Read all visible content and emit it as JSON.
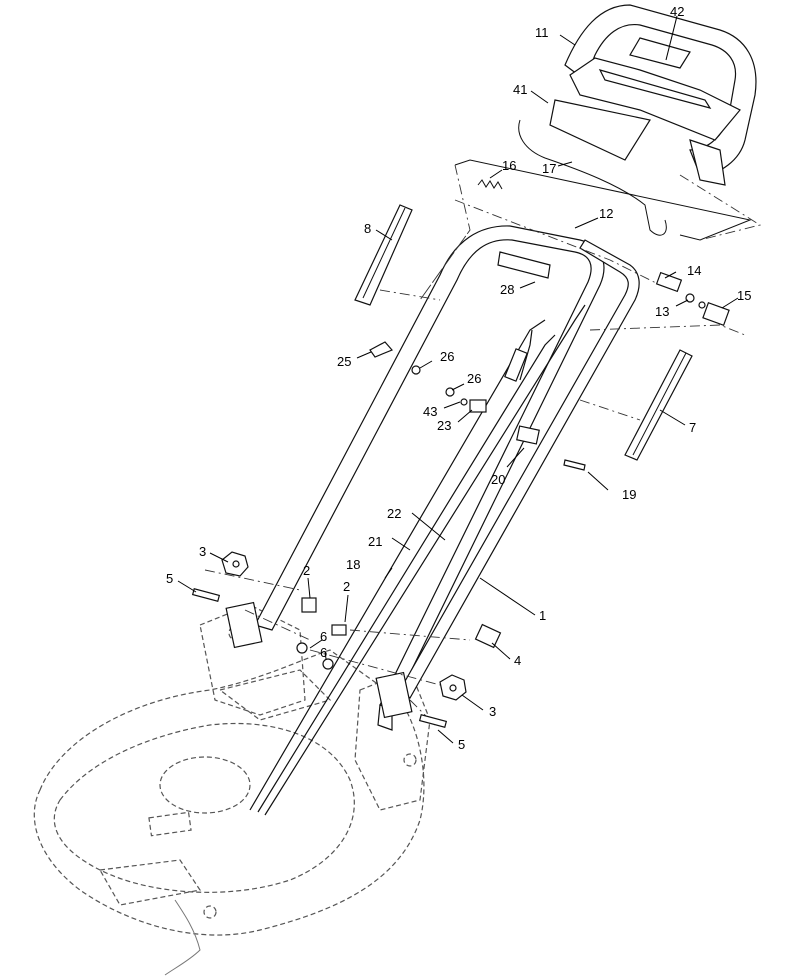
{
  "callouts": {
    "c1": "1",
    "c2a": "2",
    "c2b": "2",
    "c3a": "3",
    "c3b": "3",
    "c4": "4",
    "c5a": "5",
    "c5b": "5",
    "c6a": "6",
    "c6b": "6",
    "c7": "7",
    "c8": "8",
    "c11": "11",
    "c12": "12",
    "c13": "13",
    "c14": "14",
    "c15": "15",
    "c16": "16",
    "c17": "17",
    "c18": "18",
    "c19": "19",
    "c20": "20",
    "c21": "21",
    "c22": "22",
    "c23": "23",
    "c25": "25",
    "c26a": "26",
    "c26b": "26",
    "c28": "28",
    "c41": "41",
    "c42": "42",
    "c43": "43"
  }
}
